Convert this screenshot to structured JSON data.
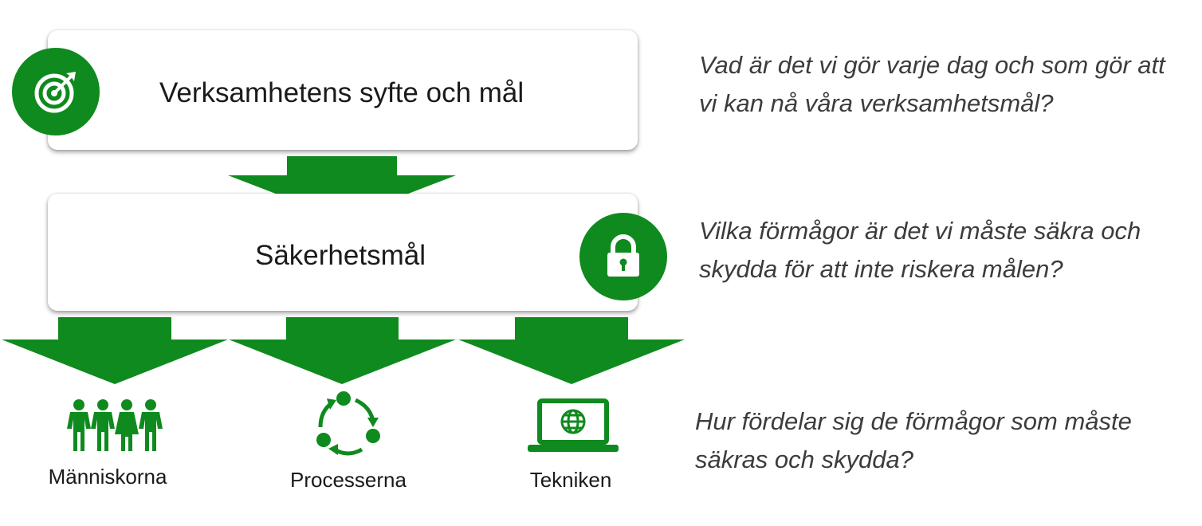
{
  "purpose": {
    "title": "Verksamhetens syfte och mål",
    "icon": "target-icon"
  },
  "security": {
    "title": "Säkerhetsmål",
    "icon": "lock-icon"
  },
  "categories": [
    {
      "label": "Människorna",
      "icon": "people-icon"
    },
    {
      "label": "Processerna",
      "icon": "cycle-icon"
    },
    {
      "label": "Tekniken",
      "icon": "laptop-globe-icon"
    }
  ],
  "questions": [
    {
      "lines": [
        "Vad är det vi gör varje dag och som gör att",
        "vi kan nå våra verksamhetsmål?"
      ]
    },
    {
      "lines": [
        "Vilka förmågor är det vi måste säkra och",
        "skydda för att inte riskera målen?"
      ]
    },
    {
      "lines": [
        "Hur fördelar sig de förmågor som måste",
        "säkras och skydda?"
      ]
    }
  ],
  "colors": {
    "accent": "#0f8a1e",
    "text": "#1a1a1a",
    "question_text": "#3c3c3c"
  }
}
